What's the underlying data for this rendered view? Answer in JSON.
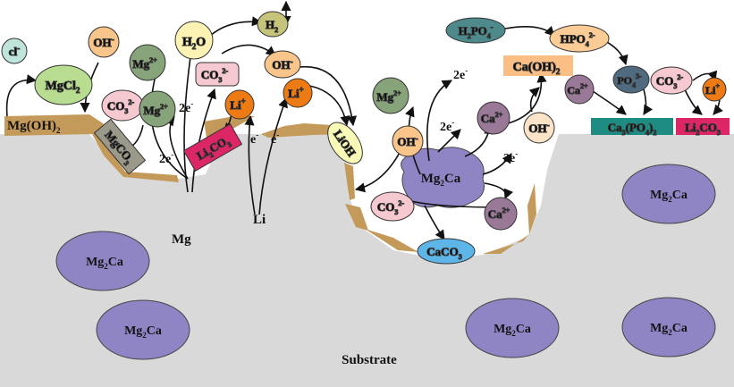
{
  "colors": {
    "substrate": "#d9d9d9",
    "film": "#c49a5a",
    "mg2ca": "#8f85c4",
    "mg_ion": "#86a37a",
    "oh": "#f9c58a",
    "h2o": "#fbf2b4",
    "h2": "#c6c47a",
    "co3": "#f6c8d0",
    "li_ion": "#ee7a14",
    "lioh": "#fafab8",
    "mgcl2": "#b8dc90",
    "cl": "#bfe4dc",
    "ca_ion": "#9a7898",
    "caco3": "#5eb6e8",
    "li2co3": "#dc2666",
    "h2po4": "#4e8a8c",
    "hpo4": "#fbcc96",
    "po4": "#506b80",
    "ca3po4": "#1f8c84",
    "mgco3": "#9b998a",
    "caoh2": "#fbbf86"
  },
  "labels": {
    "substrate": "Substrate",
    "mg": "Mg",
    "li": "Li",
    "mg2ca": "Mg",
    "mg2ca_sub": "2",
    "mg2ca_tail": "Ca",
    "cl_base": "cl",
    "cl_sup": "-",
    "mgcl2_base": "MgCl",
    "mgcl2_sub": "2",
    "mgoh2_base": "Mg(OH)",
    "mgoh2_sub": "2",
    "mgco3_base": "MgCO",
    "mgco3_sub": "3",
    "oh_base": "OH",
    "oh_sup": "-",
    "mg_ion_base": "Mg",
    "mg_ion_sup": "2+",
    "co3_base": "CO",
    "co3_sub": "3",
    "co3_sup": "2-",
    "h2o_base": "H",
    "h2o_sub": "2",
    "h2o_tail": "O",
    "h2_base": "H",
    "h2_sub": "2",
    "li_ion_base": "Li",
    "li_ion_sup": "+",
    "li2co3_base": "Li",
    "li2co3_sub1": "2",
    "li2co3_mid": "CO",
    "li2co3_sub2": "3",
    "lioh": "LiOH",
    "electrons": "2e",
    "electron_sup": "-",
    "electron_single": "e",
    "ca_ion_base": "Ca",
    "ca_ion_sup": "2+",
    "caco3_base": "CaCO",
    "caco3_sub": "3",
    "caoh2_base": "Ca(OH)",
    "caoh2_sub": "2",
    "h2po4_base1": "H",
    "h2po4_sub1": "2",
    "h2po4_base2": "PO",
    "h2po4_sub2": "4",
    "h2po4_sup": "-",
    "hpo4_base": "HPO",
    "hpo4_sub": "4",
    "hpo4_sup": "2-",
    "po4_base": "PO",
    "po4_sub": "4",
    "po4_sup": "3-",
    "ca3po4_base1": "Ca",
    "ca3po4_sub1": "3",
    "ca3po4_base2": "(PO",
    "ca3po4_sub2": "4",
    "ca3po4_tail": ")",
    "ca3po4_sub3": "2",
    "li2co3_box_base": "Li",
    "li2co3_box_sub1": "2",
    "li2co3_box_mid": "CO",
    "li2co3_box_sub2": "3"
  }
}
